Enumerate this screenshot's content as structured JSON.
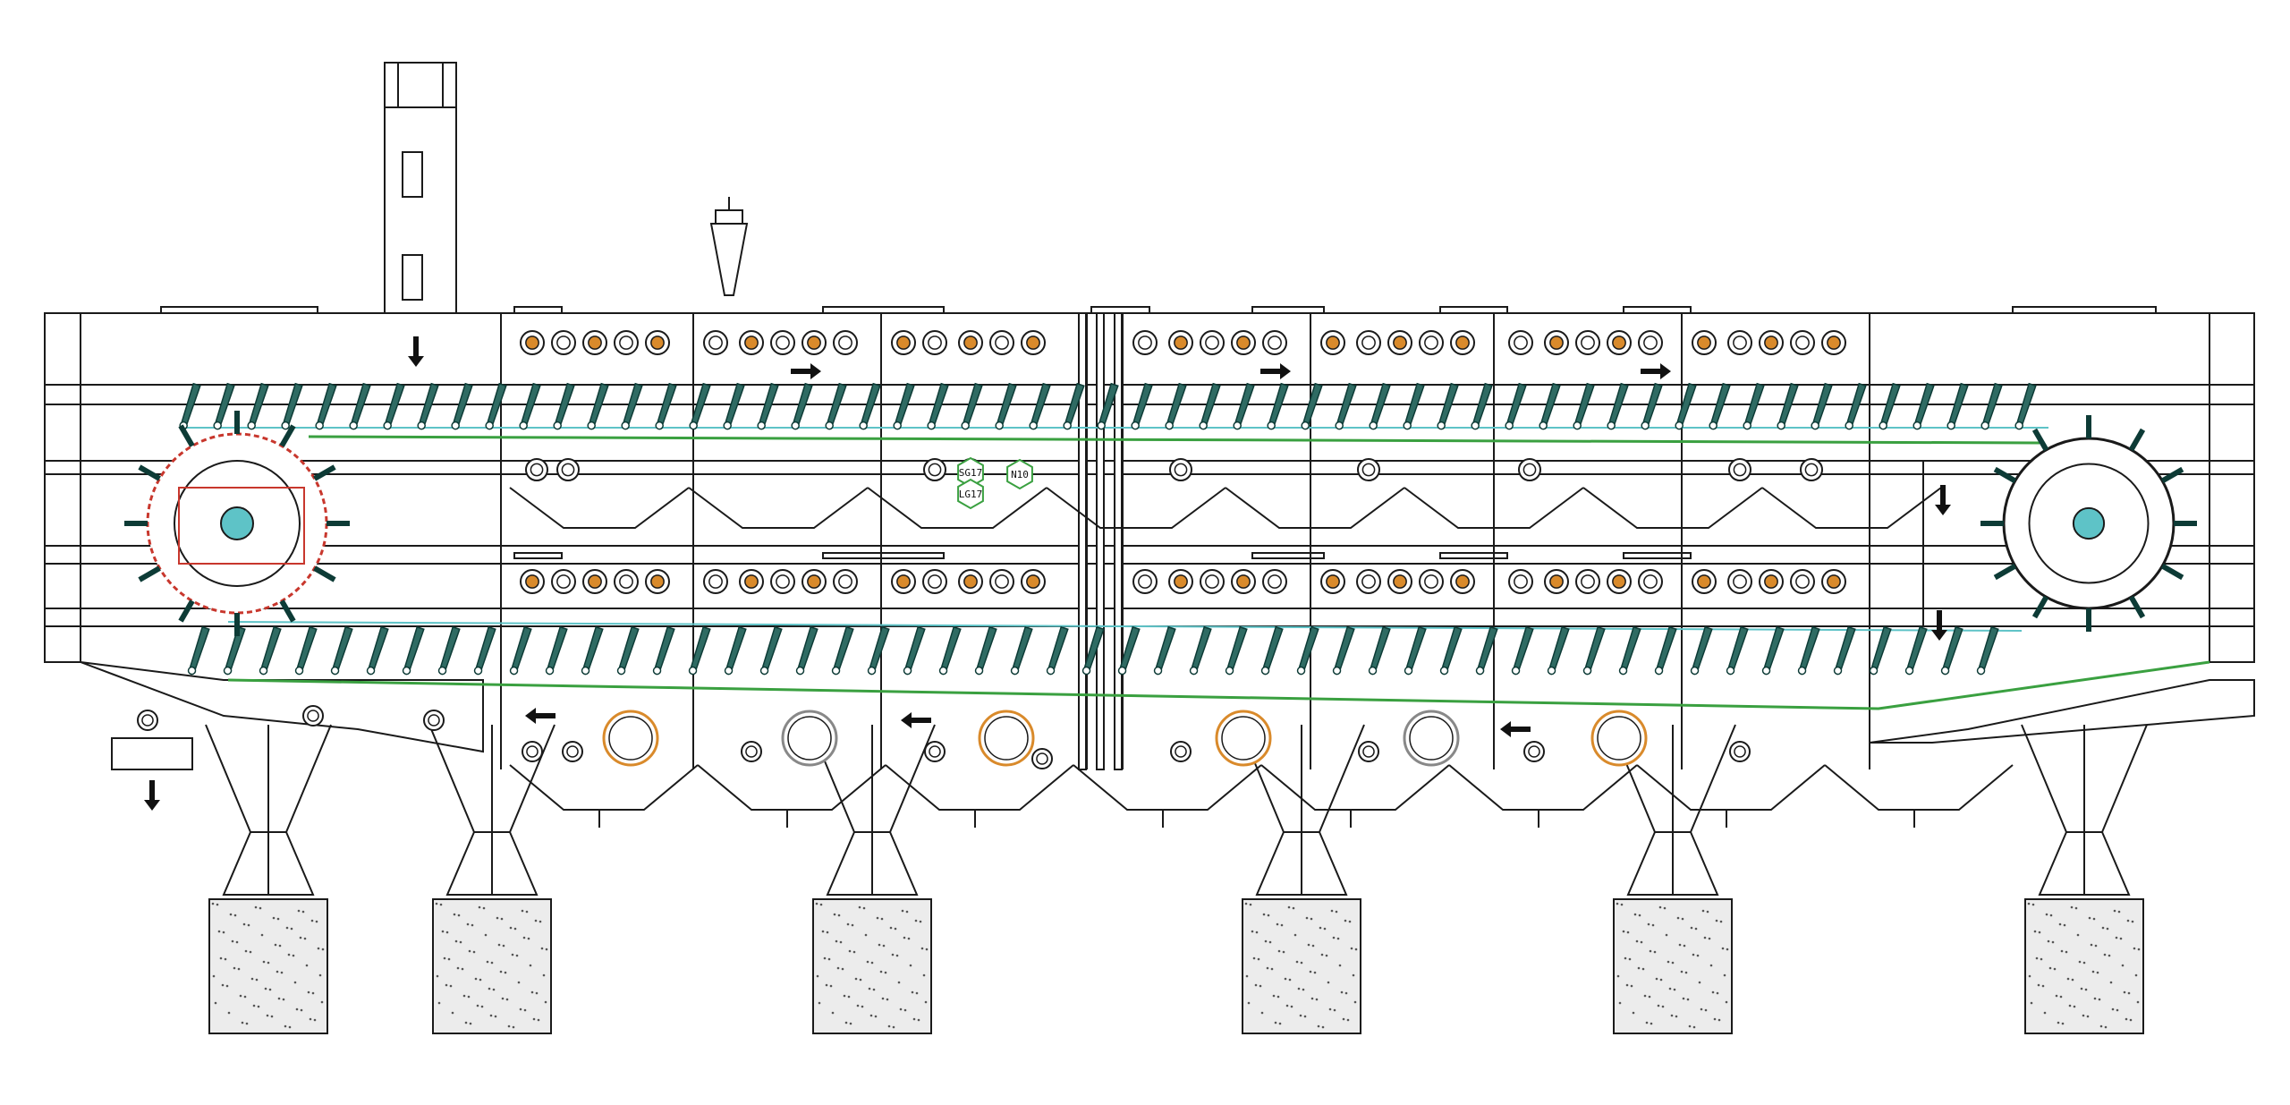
{
  "drawing": {
    "tags": {
      "sg": "SG17",
      "lg": "LG17",
      "n": "N10"
    },
    "flow_directions": {
      "upper_conveyor": "right",
      "lower_conveyor": "left",
      "inlet": "down",
      "outlet": "down",
      "transfer": "down"
    },
    "colors": {
      "line": "#1a1a1a",
      "blade_fill": "#2f6b63",
      "blade_stroke": "#0d3b36",
      "chain": "#5ec3c7",
      "guide_rail": "#3aa040",
      "port_orange": "#d98a2b",
      "drive_red": "#c8372d",
      "concrete": "#ececec",
      "tag_green": "#3aa040"
    },
    "icons": {
      "flow_arrow": "arrow-icon",
      "bolt_port": "bolted-flange-icon",
      "drive_sprocket": "sprocket-wheel-icon"
    }
  }
}
